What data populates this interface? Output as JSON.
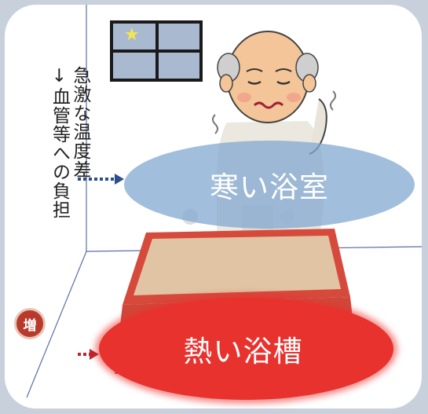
{
  "vertical_text": {
    "line1": "急激な温度差",
    "line2": "↓血管等への負担"
  },
  "badge": "増",
  "labels": {
    "cold": "寒い浴室",
    "hot": "熱い浴槽"
  },
  "colors": {
    "background": "#c8d0dc",
    "cold": "#81a8d2",
    "hot": "#e8322e",
    "badge": "#b93a2c",
    "arrow_blue": "#2c4e8a",
    "arrow_red": "#c0242a"
  }
}
